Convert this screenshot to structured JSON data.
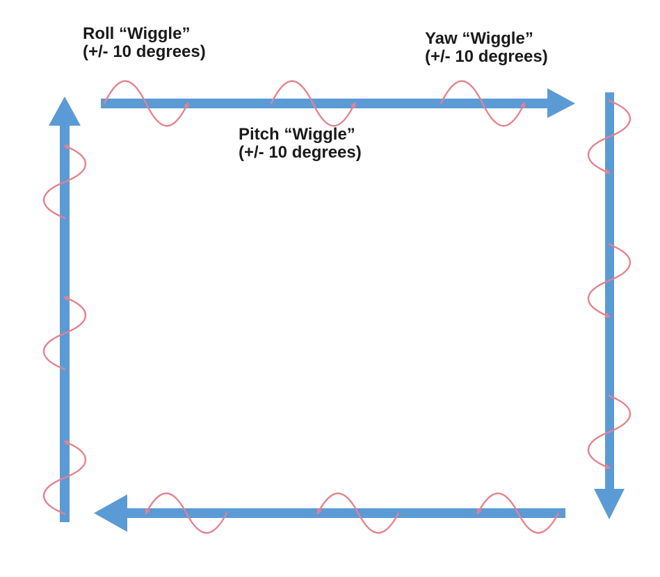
{
  "colors": {
    "arrow_blue": "#5B9BD5",
    "wave_pink": "#E4828E",
    "text": "#1a1a1a",
    "background": "#ffffff"
  },
  "labels": {
    "roll": {
      "line1": "Roll “Wiggle”",
      "line2": "(+/- 10 degrees)"
    },
    "pitch": {
      "line1": "Pitch “Wiggle”",
      "line2": "(+/- 10 degrees)"
    },
    "yaw": {
      "line1": "Yaw “Wiggle”",
      "line2": "(+/- 10 degrees)"
    }
  },
  "diagram": {
    "arrows": [
      {
        "side": "top",
        "direction": "right",
        "wiggles": 3
      },
      {
        "side": "right",
        "direction": "down",
        "wiggles": 3
      },
      {
        "side": "bottom",
        "direction": "left",
        "wiggles": 3
      },
      {
        "side": "left",
        "direction": "up",
        "wiggles": 3
      }
    ]
  }
}
